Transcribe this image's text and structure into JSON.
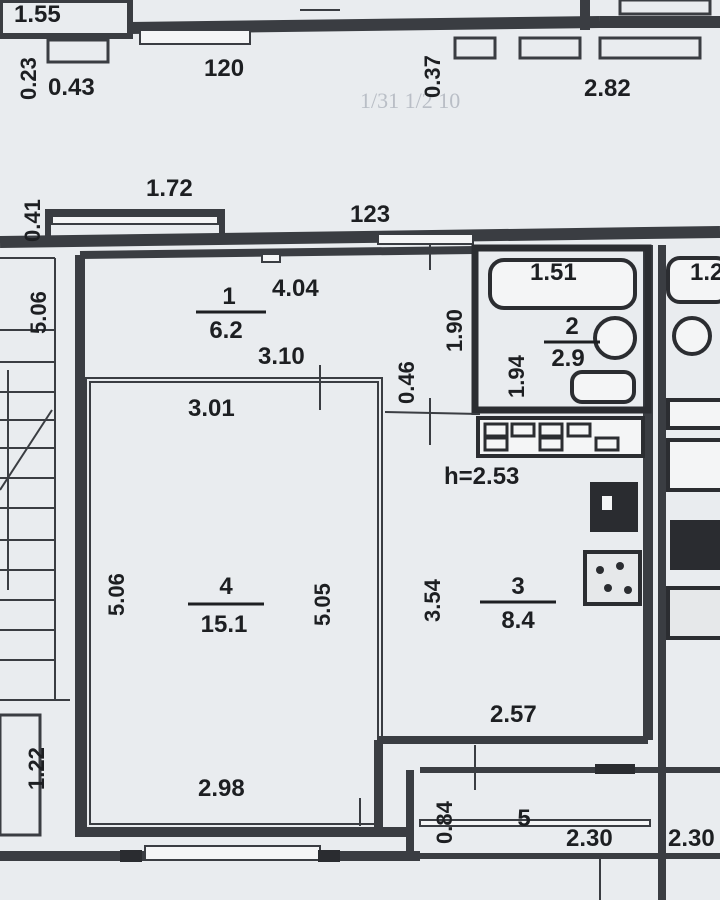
{
  "plan": {
    "rooms": [
      {
        "number": "1",
        "area": "6.2"
      },
      {
        "number": "2",
        "area": "2.9"
      },
      {
        "number": "3",
        "area": "8.4"
      },
      {
        "number": "4",
        "area": "15.1"
      },
      {
        "number": "5",
        "area": ""
      }
    ],
    "dimensions": {
      "top_left_corner": "1.55",
      "upper_left_small_a": "0.23",
      "upper_left_small_b": "0.43",
      "upper_window": "120",
      "upper_right_small": "0.37",
      "upper_right_width": "2.82",
      "balcony_top": "1.72",
      "left_wall_small": "0.41",
      "entry_window": "123",
      "stair_height": "5.06",
      "hall_width": "4.04",
      "hall_height": "1.90",
      "room_top_width": "3.10",
      "room_inner_width": "3.01",
      "partition": "0.46",
      "bath_width": "1.51",
      "bath_height": "1.94",
      "bath_right_edge": "1.2",
      "ceiling_height": "h=2.53",
      "room4_left": "5.06",
      "room4_right": "5.05",
      "kitchen_height": "3.54",
      "kitchen_width": "2.57",
      "room4_bottom": "2.98",
      "lower_left": "1.22",
      "lower_small": "0.84",
      "bottom_right_a": "2.30",
      "bottom_right_b": "2.30"
    }
  }
}
